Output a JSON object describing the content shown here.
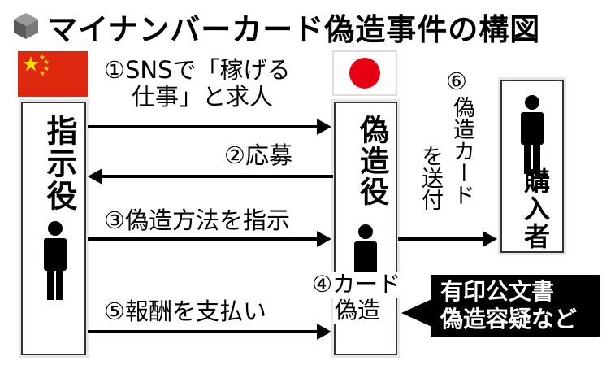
{
  "title": "マイナンバーカード偽造事件の構図",
  "icon_name": "cube-icon",
  "colors": {
    "china_flag_red": "#de2910",
    "china_flag_star": "#ffde00",
    "japan_flag_circle": "#e60012",
    "callout_bg": "#000000"
  },
  "flags": {
    "left": "china-flag",
    "middle": "japan-flag"
  },
  "roles": {
    "instructor": "指示役",
    "forger": "偽造役",
    "buyer": "購入者"
  },
  "steps": {
    "step1_line1": "①SNSで「稼げる",
    "step1_line2": "仕事」と求人",
    "step2": "②応募",
    "step3": "③偽造方法を指示",
    "step4_line1": "④カード",
    "step4_line2": "偽造",
    "step5": "⑤報酬を支払い",
    "step6_num": "⑥",
    "step6_col1": "偽造カード",
    "step6_col2": "を送付"
  },
  "callout": {
    "line1": "有印公文書",
    "line2": "偽造容疑など"
  }
}
